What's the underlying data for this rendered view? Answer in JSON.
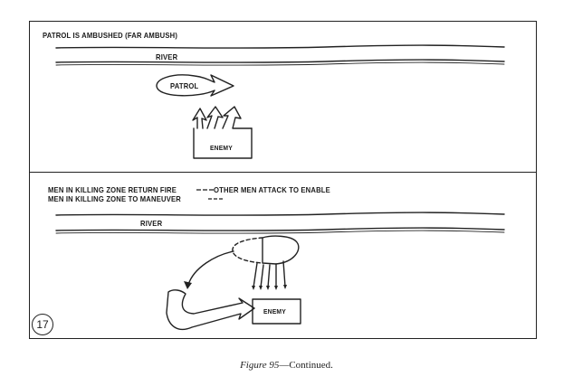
{
  "panel_top": {
    "title": "PATROL IS AMBUSHED (FAR AMBUSH)",
    "river_label": "RIVER",
    "patrol_label": "PATROL",
    "enemy_label": "ENEMY"
  },
  "panel_bottom": {
    "line1_left": "MEN IN KILLING ZONE RETURN FIRE",
    "line1_right": "OTHER MEN ATTACK TO ENABLE",
    "line2": "MEN IN KILLING ZONE TO MANEUVER",
    "river_label": "RIVER",
    "enemy_label": "ENEMY",
    "panel_number": "17"
  },
  "caption": {
    "figure": "Figure 95",
    "text": "—Continued."
  }
}
